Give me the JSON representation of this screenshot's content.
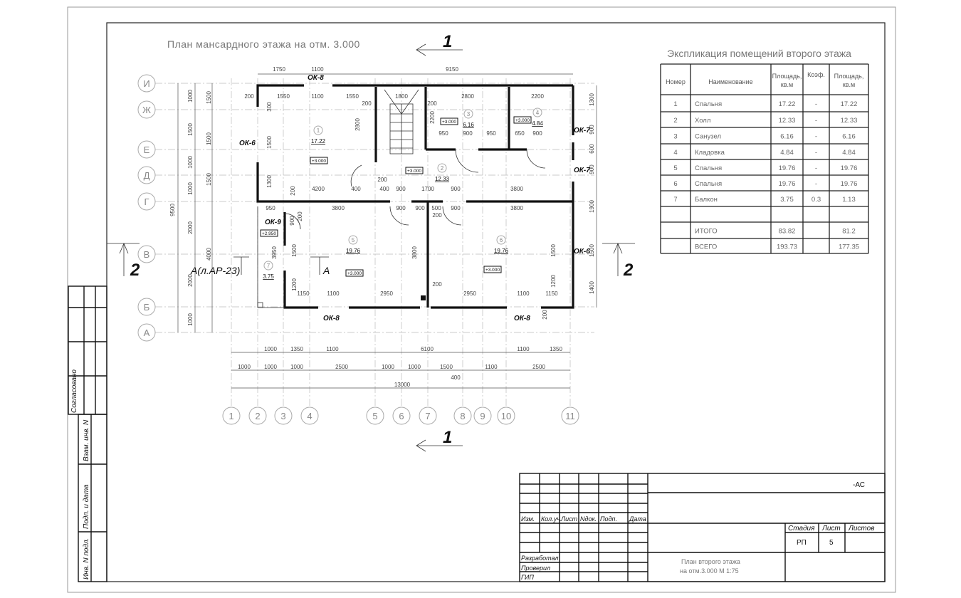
{
  "plan": {
    "title": "План мансардного этажа на отм. 3.000",
    "section_1": "1",
    "section_2": "2",
    "section_a": "А",
    "section_a_ref": "А(л.АР-23)",
    "axes_rows": [
      "И",
      "Ж",
      "Е",
      "Д",
      "Г",
      "В",
      "Б",
      "А"
    ],
    "axes_cols": [
      "1",
      "2",
      "3",
      "4",
      "5",
      "6",
      "7",
      "8",
      "9",
      "10",
      "11"
    ],
    "windows": [
      "ОК-8",
      "ОК-6",
      "ОК-7",
      "ОК-7",
      "ОК-9",
      "ОК-6",
      "ОК-8",
      "ОК-8"
    ],
    "rooms": [
      {
        "num": "1",
        "area": "17.22"
      },
      {
        "num": "2",
        "area": "12.33"
      },
      {
        "num": "3",
        "area": "6.16"
      },
      {
        "num": "4",
        "area": "4.84"
      },
      {
        "num": "5",
        "area": "19.76"
      },
      {
        "num": "6",
        "area": "19.76"
      },
      {
        "num": "7",
        "area": "3.75"
      }
    ],
    "elevations": [
      "+3.000",
      "+3.000",
      "+3.000",
      "+3.000",
      "+2.950",
      "+3.000",
      "+3.000"
    ],
    "dimensions": [
      "1750",
      "1100",
      "9150",
      "200",
      "1550",
      "1100",
      "1550",
      "1800",
      "2800",
      "2200",
      "200",
      "200",
      "300",
      "1500",
      "1300",
      "2800",
      "2200",
      "950",
      "900",
      "950",
      "650",
      "900",
      "4200",
      "200",
      "400",
      "200",
      "400",
      "900",
      "1700",
      "900",
      "3800",
      "950",
      "3800",
      "900",
      "900",
      "500",
      "900",
      "3800",
      "200",
      "900",
      "200",
      "1500",
      "3950",
      "3800",
      "1200",
      "1150",
      "1100",
      "2950",
      "200",
      "1500",
      "1200",
      "2950",
      "1100",
      "1150",
      "200",
      "1300",
      "900",
      "600",
      "900",
      "1900",
      "1500",
      "1400",
      "1000",
      "1500",
      "1000",
      "1000",
      "2000",
      "2000",
      "1000",
      "1500",
      "1500",
      "1500",
      "4000",
      "9500",
      "1000",
      "1350",
      "1100",
      "6100",
      "1100",
      "1350",
      "1000",
      "1000",
      "1000",
      "2500",
      "1000",
      "1000",
      "1500",
      "1100",
      "2500",
      "400",
      "13000"
    ]
  },
  "explication": {
    "title": "Экспликация помещений второго этажа",
    "headers": [
      "Номер",
      "Наименование",
      "Площадь, кв.м",
      "Коэф.",
      "Площадь, кв.м"
    ],
    "rows": [
      [
        "1",
        "Спальня",
        "17.22",
        "-",
        "17.22"
      ],
      [
        "2",
        "Холл",
        "12.33",
        "-",
        "12.33"
      ],
      [
        "3",
        "Санузел",
        "6.16",
        "-",
        "6.16"
      ],
      [
        "4",
        "Кладовка",
        "4.84",
        "-",
        "4.84"
      ],
      [
        "5",
        "Спальня",
        "19.76",
        "-",
        "19.76"
      ],
      [
        "6",
        "Спальня",
        "19.76",
        "-",
        "19.76"
      ],
      [
        "7",
        "Балкон",
        "3.75",
        "0.3",
        "1.13"
      ],
      [
        "",
        "",
        "",
        "",
        ""
      ],
      [
        "",
        "ИТОГО",
        "83.82",
        "",
        "81.2"
      ],
      [
        "",
        "ВСЕГО",
        "193.73",
        "",
        "177.35"
      ]
    ]
  },
  "title_block": {
    "code": "-АС",
    "col_headers": [
      "Изм.",
      "Кол.уч.",
      "Лист",
      "Nдок.",
      "Подп.",
      "Дата"
    ],
    "roles": [
      "Разработал",
      "Проверил",
      "ГИП"
    ],
    "stage_label": "Стадия",
    "sheet_label": "Лист",
    "sheets_label": "Листов",
    "stage": "РП",
    "sheet": "5",
    "sheet_title_1": "План второго этажа",
    "sheet_title_2": "на отм.3.000 М 1:75"
  },
  "side_stamp": [
    "Согласовано",
    "Взам. инв. N",
    "Подп. и дата",
    "Инв. N подл."
  ]
}
